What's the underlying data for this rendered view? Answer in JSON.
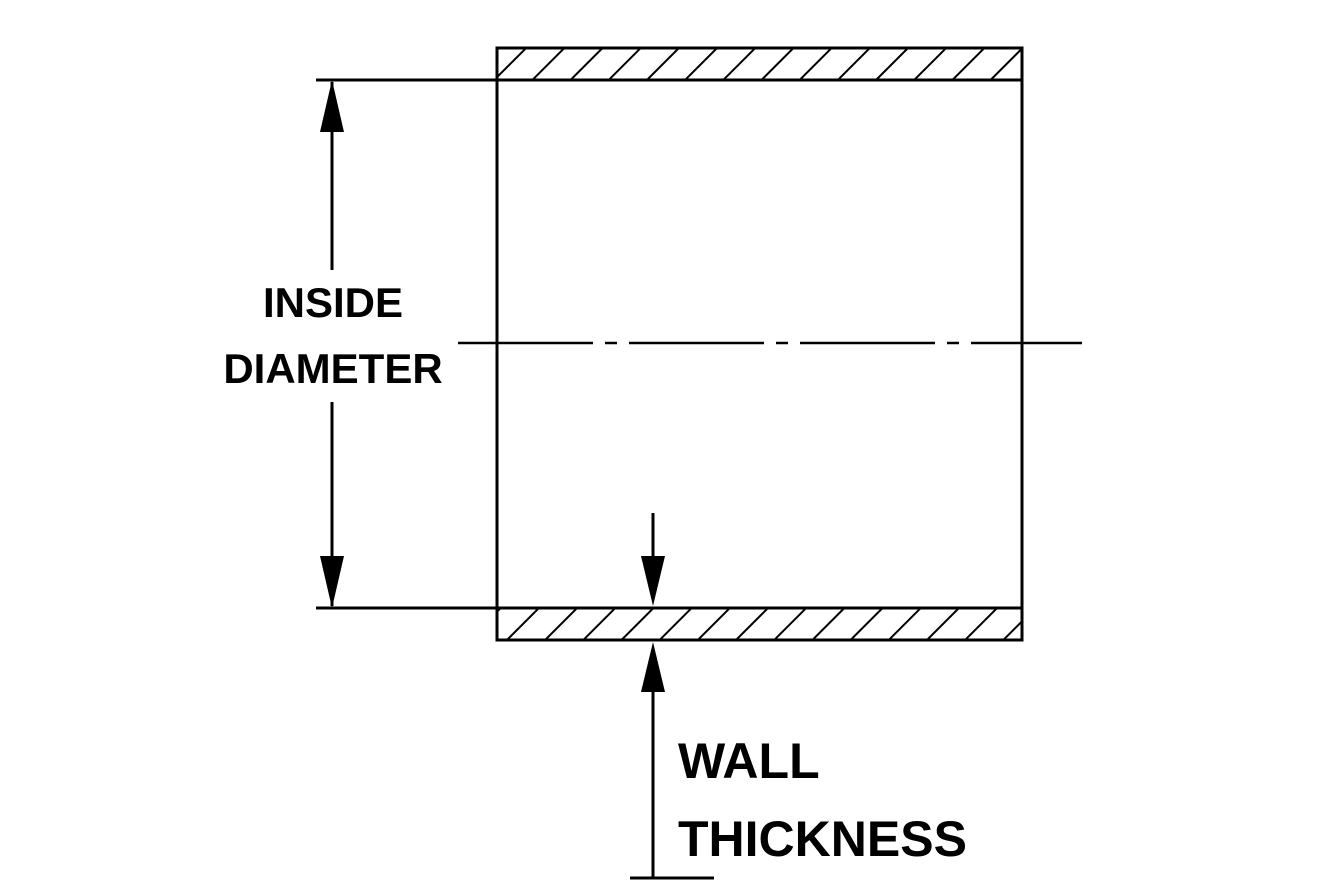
{
  "colors": {
    "background": "#ffffff",
    "line": "#000000"
  },
  "labels": {
    "inside_diameter": {
      "line1": "INSIDE",
      "line2": "DIAMETER"
    },
    "wall_thickness": {
      "line1": "WALL",
      "line2": "THICKNESS"
    }
  }
}
